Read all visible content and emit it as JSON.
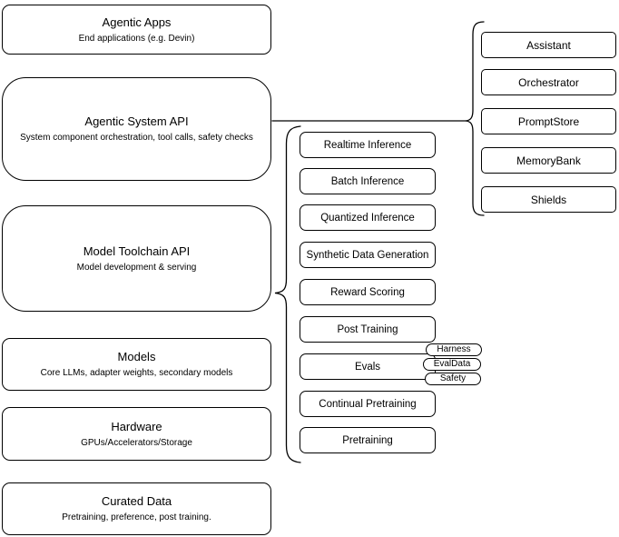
{
  "diagram": {
    "colors": {
      "stroke": "#000000",
      "fill": "#ffffff",
      "background": "#ffffff",
      "text": "#000000"
    },
    "left": [
      {
        "title": "Agentic Apps",
        "subtitle": "End applications (e.g. Devin)"
      },
      {
        "title": "Agentic System API",
        "subtitle": "System component orchestration, tool calls, safety checks"
      },
      {
        "title": "Model Toolchain API",
        "subtitle": "Model development & serving"
      },
      {
        "title": "Models",
        "subtitle": "Core LLMs, adapter weights, secondary models"
      },
      {
        "title": "Hardware",
        "subtitle": "GPUs/Accelerators/Storage"
      },
      {
        "title": "Curated Data",
        "subtitle": "Pretraining, preference, post training."
      }
    ],
    "middle": [
      "Realtime Inference",
      "Batch Inference",
      "Quantized Inference",
      "Synthetic Data Generation",
      "Reward Scoring",
      "Post Training",
      "Evals",
      "Continual Pretraining",
      "Pretraining"
    ],
    "evals_tags": [
      "Harness",
      "EvalData",
      "Safety"
    ],
    "right": [
      "Assistant",
      "Orchestrator",
      "PromptStore",
      "MemoryBank",
      "Shields"
    ]
  }
}
